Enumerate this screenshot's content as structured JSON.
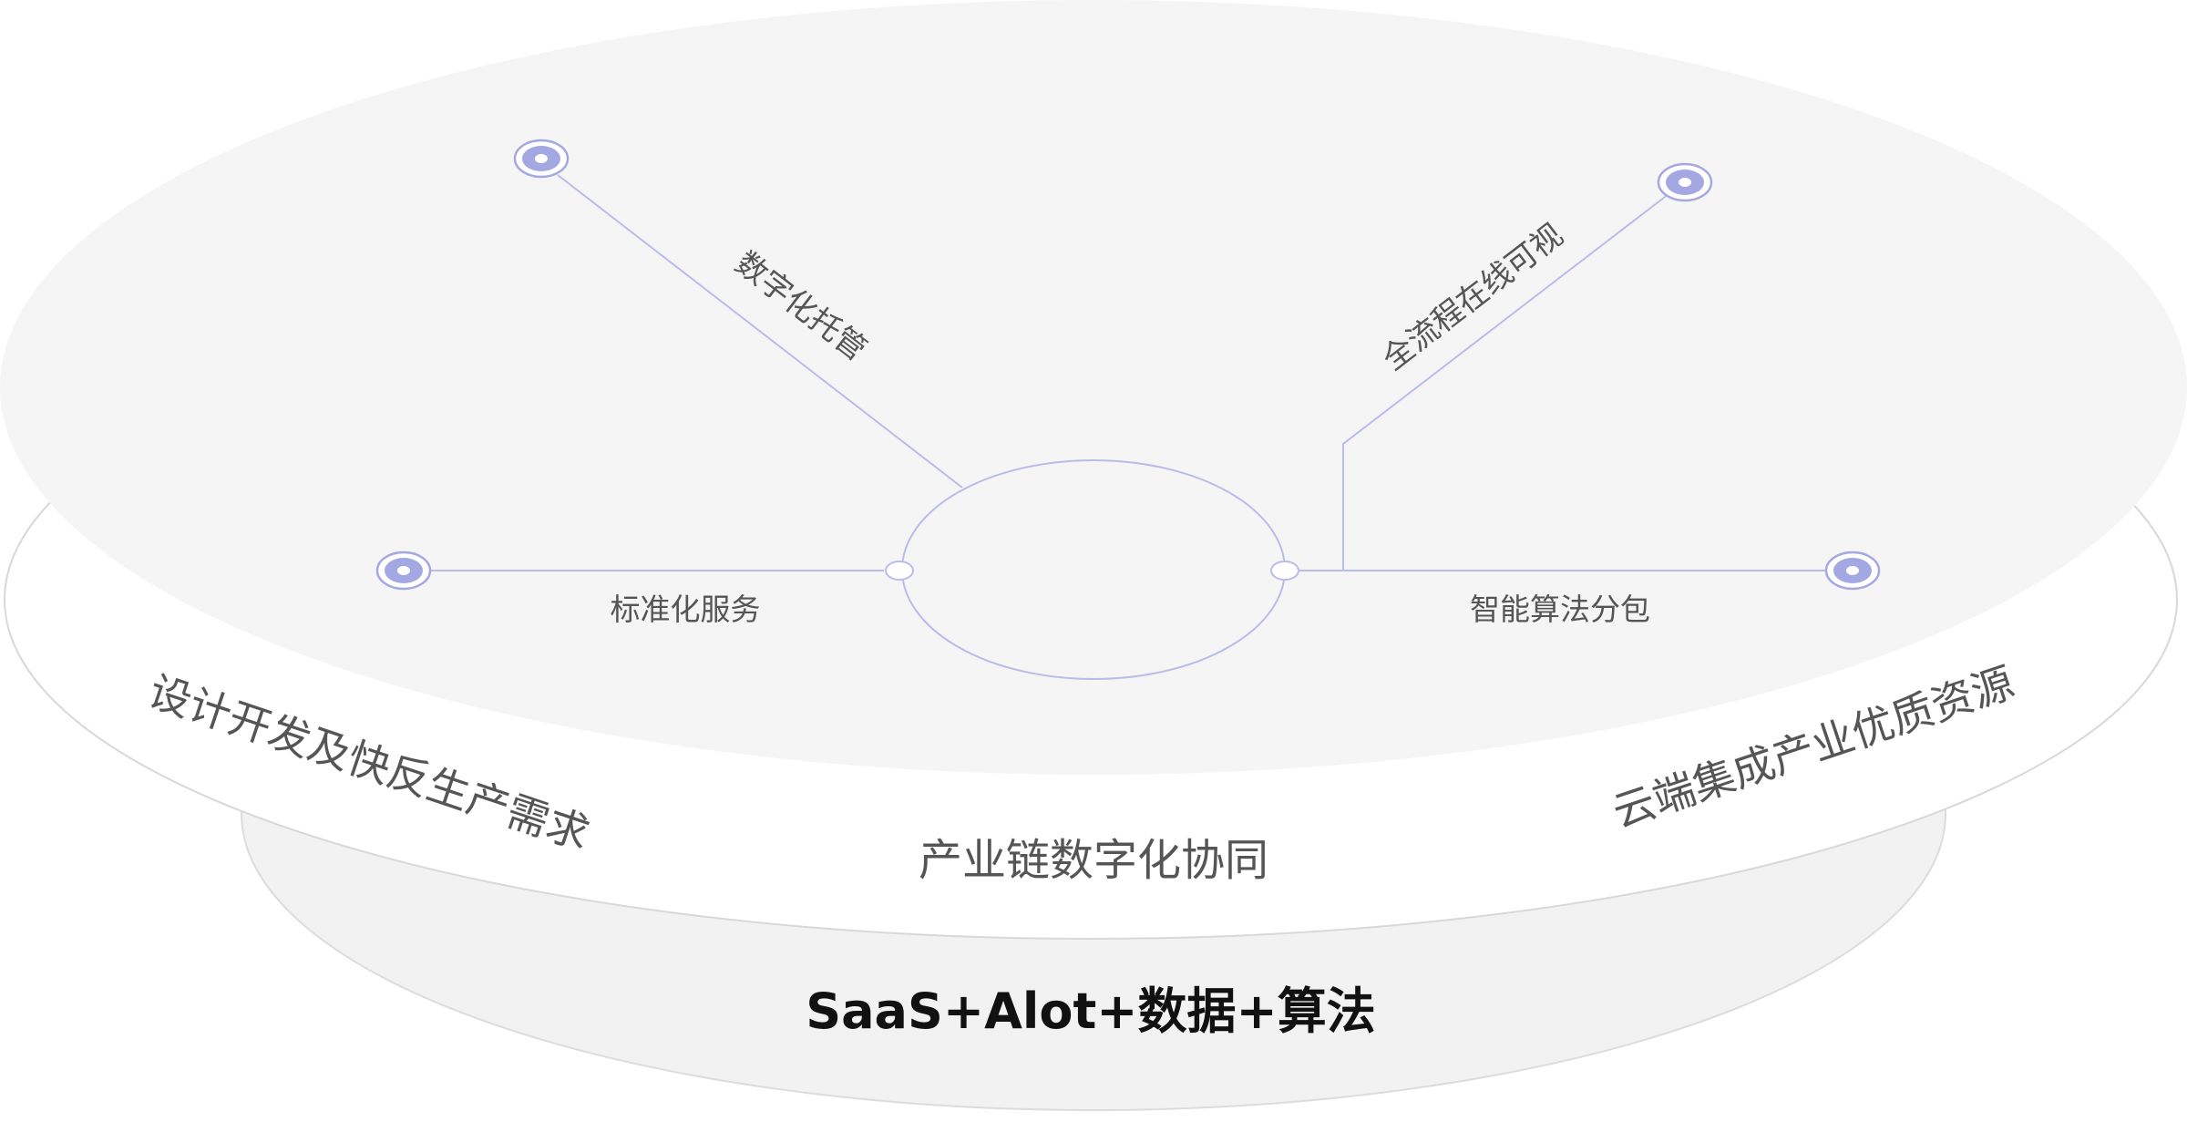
{
  "diagram": {
    "center": {
      "label": ""
    },
    "branches": [
      {
        "id": "digital-hosting",
        "label": "数字化托管"
      },
      {
        "id": "full-process-visible",
        "label": "全流程在线可视"
      },
      {
        "id": "standardized-service",
        "label": "标准化服务"
      },
      {
        "id": "smart-algorithm-subcontract",
        "label": "智能算法分包"
      }
    ],
    "middle_layer": {
      "label_left": "设计开发及快反生产需求",
      "label_center": "产业链数字化协同",
      "label_right": "云端集成产业优质资源"
    },
    "base_layer": {
      "label": "SaaS+Alot+数据+算法"
    }
  },
  "colors": {
    "accent": "#a4a8e2",
    "line": "#b9bcea",
    "top_disc": "#f5f5f5",
    "middle_disc": "#ffffff",
    "base_disc": "#f2f2f2",
    "disc_stroke": "#dcdcdc",
    "label_text": "#555555",
    "layer_text": "#555555",
    "base_text": "#111111"
  }
}
